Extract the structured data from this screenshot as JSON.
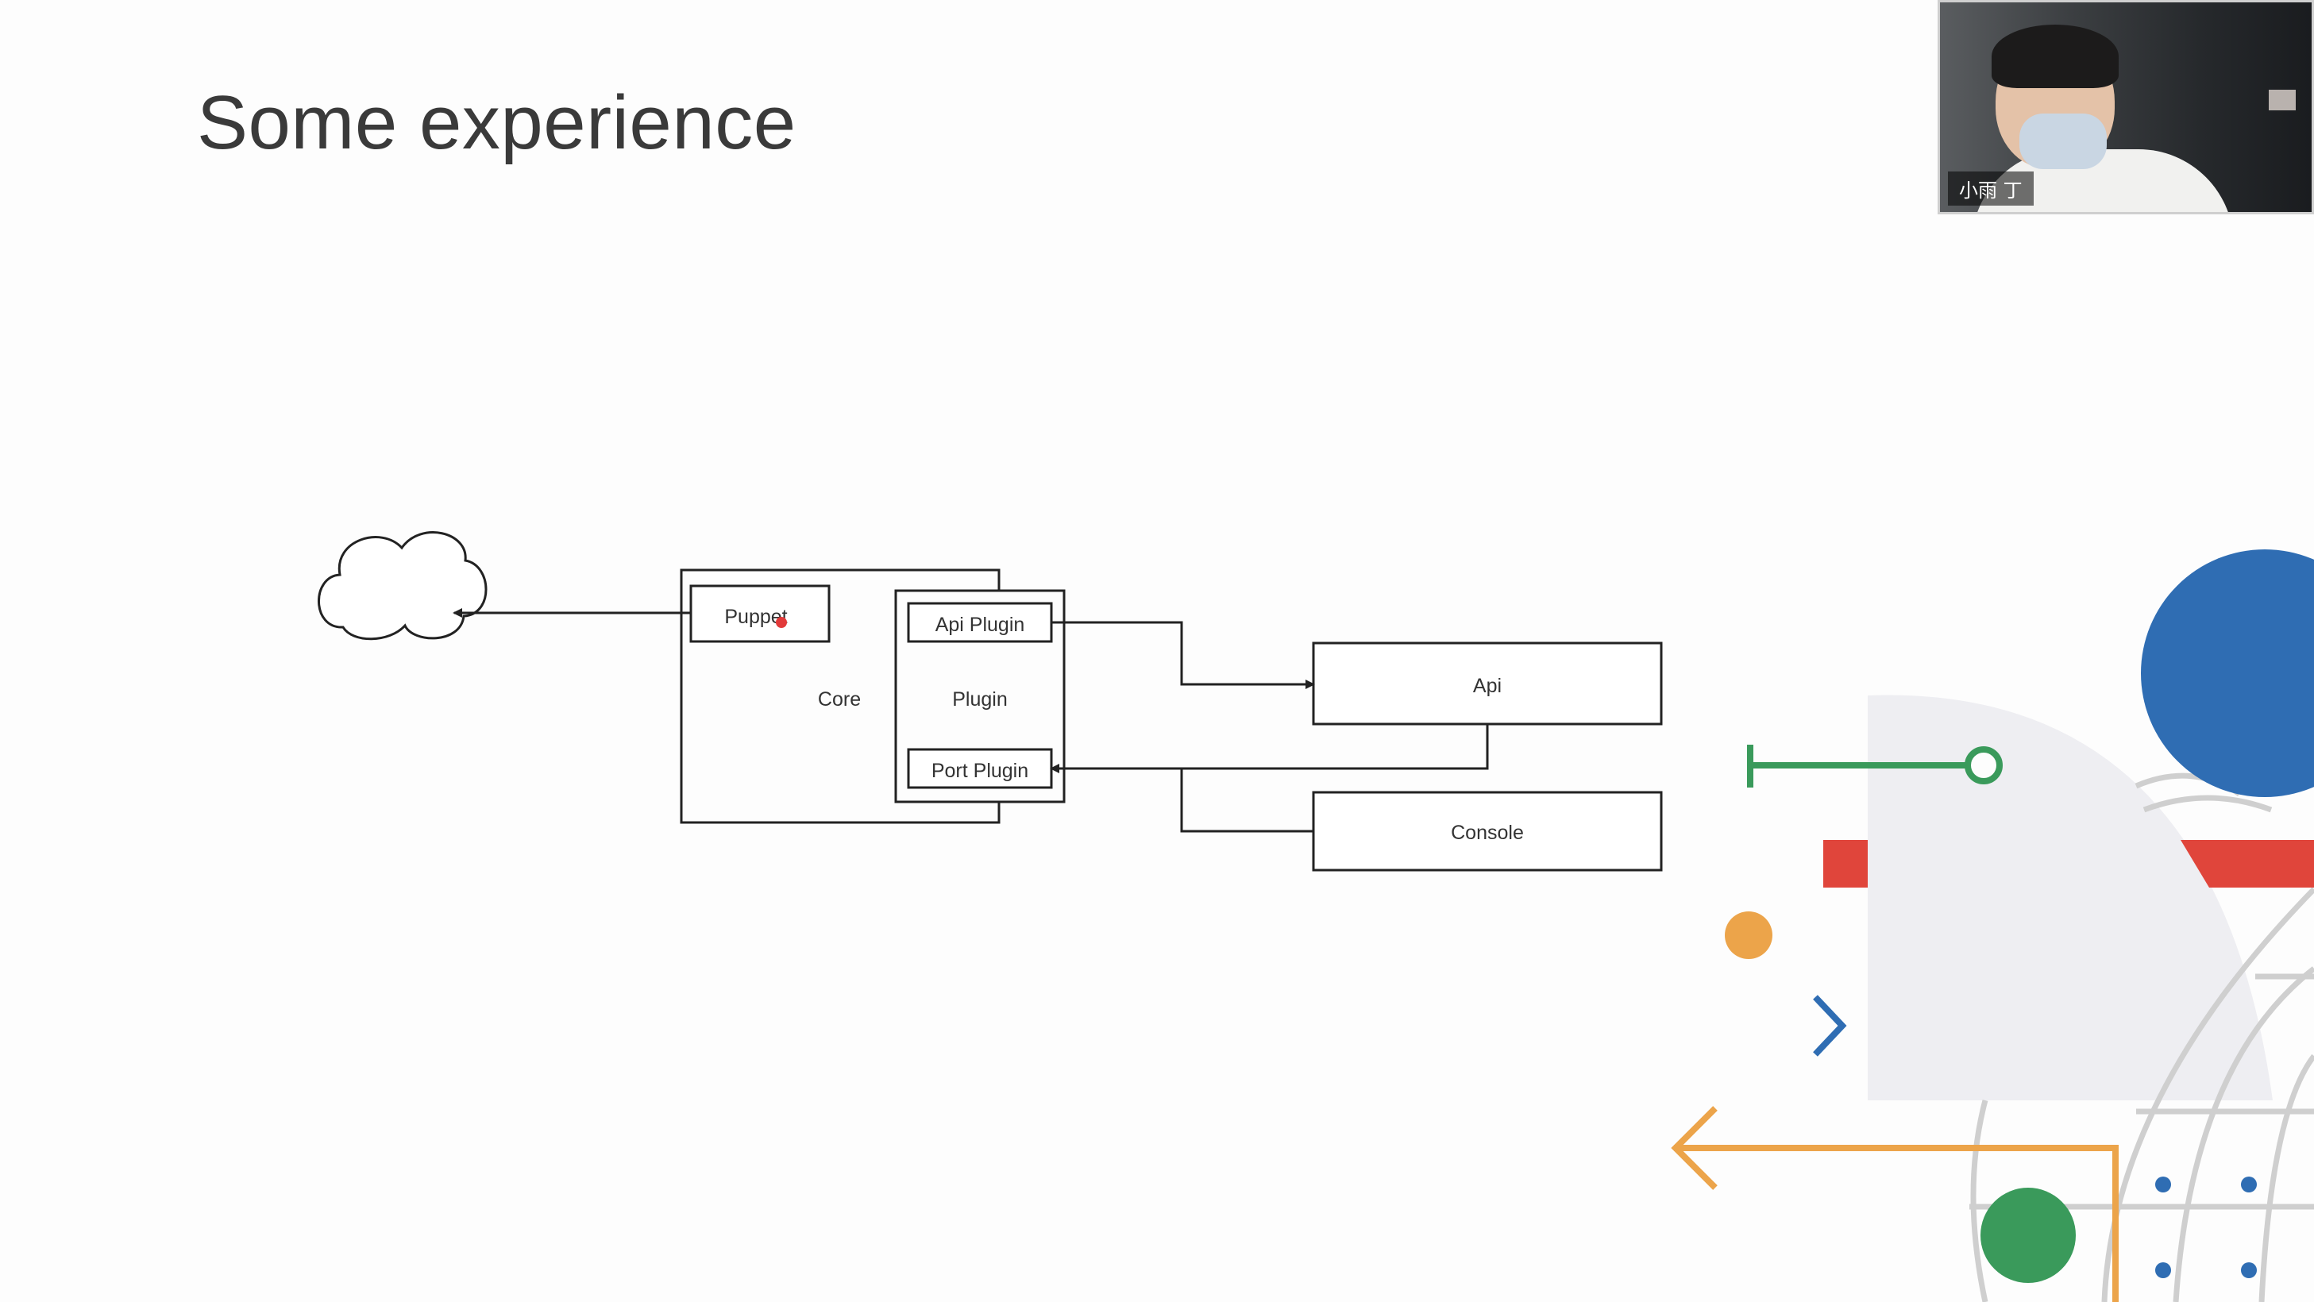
{
  "slide": {
    "title": "Some experience"
  },
  "diagram": {
    "nodes": {
      "puppet": "Puppet",
      "core": "Core",
      "plugin": "Plugin",
      "api_plugin": "Api Plugin",
      "port_plugin": "Port Plugin",
      "api": "Api",
      "console": "Console"
    }
  },
  "video": {
    "participant_name": "小雨 丁"
  },
  "colors": {
    "accent_blue": "#2f6db3",
    "accent_red": "#e0453b",
    "accent_green": "#3a9a5b",
    "accent_orange": "#eca44a",
    "grey_shape": "#eeeef2",
    "grid_lines": "#cfcfcf"
  }
}
